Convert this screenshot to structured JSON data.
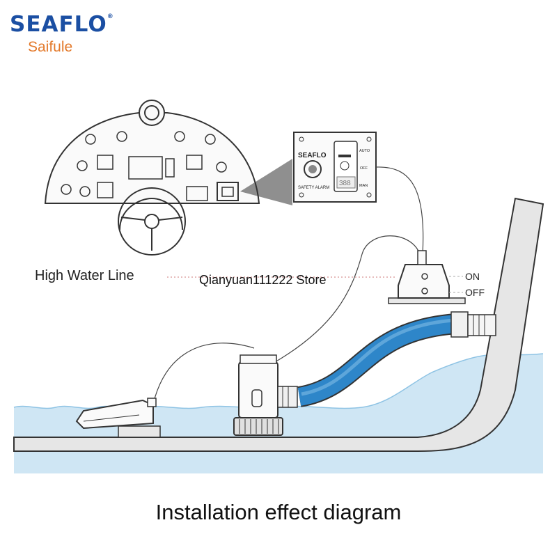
{
  "brand": {
    "logo": "SEAFLO",
    "reg_mark": "®",
    "subtitle": "Saifule"
  },
  "panel": {
    "logo": "SEAFLO",
    "alarm_label": "SAFETY ALARM",
    "switch_auto": "AUTO",
    "switch_off": "OFF",
    "switch_man": "MAN",
    "display": "388"
  },
  "labels": {
    "high_water_line": "High Water Line",
    "watermark": "Qianyuan111222 Store",
    "on": "ON",
    "off": "OFF"
  },
  "caption": "Installation effect diagram",
  "colors": {
    "brand_blue": "#1b4fa3",
    "brand_orange": "#e3792a",
    "water": "#cfe6f4",
    "hose_blue": "#2e86c9",
    "line": "#333333"
  }
}
